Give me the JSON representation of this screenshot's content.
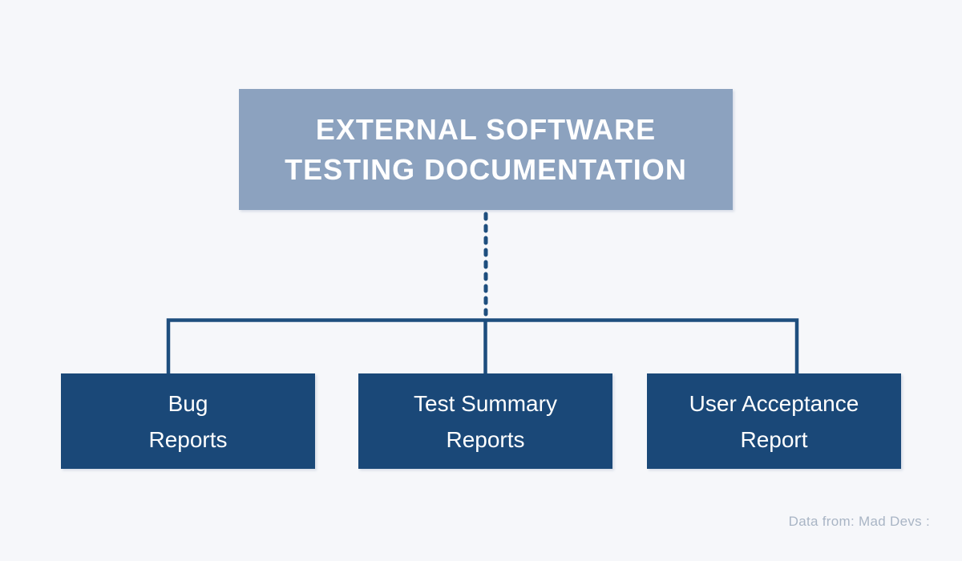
{
  "canvas": {
    "background": "#f6f7fa"
  },
  "colors": {
    "root_box": "#8ca2bf",
    "child_box": "#1a4878",
    "connector": "#1e4e7e",
    "box_text": "#ffffff",
    "footer_text": "#a9b5c5"
  },
  "diagram": {
    "root": {
      "line1": "EXTERNAL SOFTWARE",
      "line2": "TESTING DOCUMENTATION"
    },
    "children": [
      {
        "line1": "Bug",
        "line2": "Reports"
      },
      {
        "line1": "Test Summary",
        "line2": "Reports"
      },
      {
        "line1": "User Acceptance",
        "line2": "Report"
      }
    ]
  },
  "footer": {
    "text": "Data from: Mad Devs :"
  }
}
